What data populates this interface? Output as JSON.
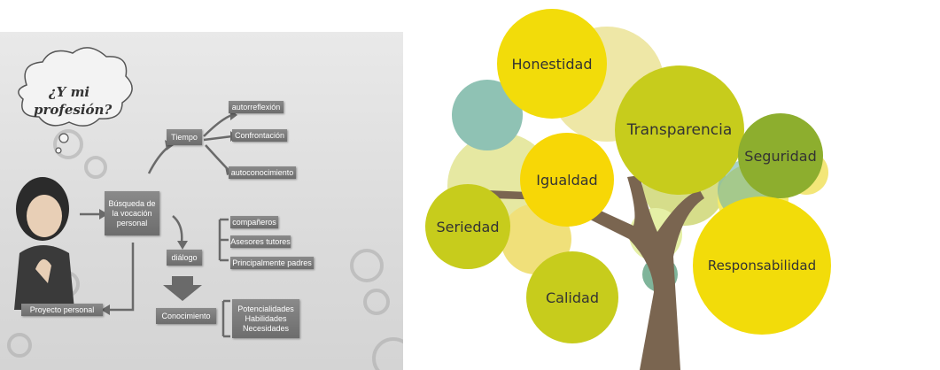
{
  "mindmap": {
    "cloud": [
      "¿Y mi",
      "profesión?"
    ],
    "center": [
      "Búsqueda de",
      "la vocación",
      "personal"
    ],
    "tiempo": "Tiempo",
    "tiempo_items": [
      "autorreflexión",
      "Confrontación",
      "autoconocimiento"
    ],
    "dialogo": "diálogo",
    "dialogo_items": [
      "compañeros",
      "Asesores tutores",
      "Principalmente padres"
    ],
    "conocimiento": "Conocimiento",
    "conocimiento_items": [
      "Potencialidades",
      "Habilidades",
      "Necesidades"
    ],
    "proyecto": "Proyecto personal"
  },
  "values_tree": {
    "values": [
      "Honestidad",
      "Transparencia",
      "Seguridad",
      "Igualdad",
      "Seriedad",
      "Responsabilidad",
      "Calidad"
    ],
    "colors": {
      "yellow": "#f2dc0a",
      "olive": "#c7cc1c",
      "green": "#8dae2e",
      "pale": "#dfe08a",
      "teal": "#6fb3a4",
      "trunk": "#7a6550"
    }
  }
}
